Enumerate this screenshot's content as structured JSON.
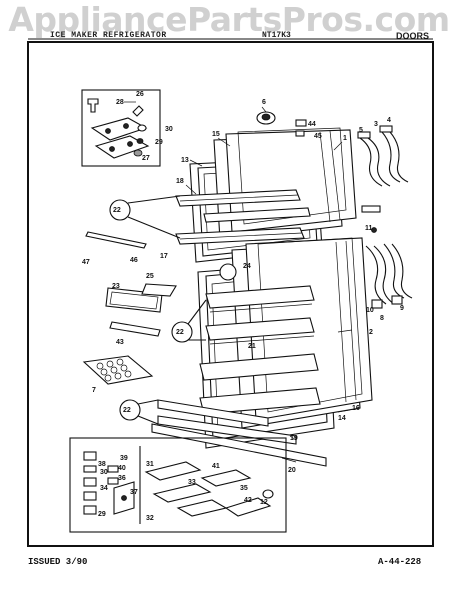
{
  "watermark": "AppliancePartsPros.com",
  "header": {
    "left": "ICE MAKER REFRIGERATOR",
    "model": "NT17K3",
    "section": "DOORS"
  },
  "footer": {
    "issued": "ISSUED 3/90",
    "ref": "A-44-228"
  },
  "callouts": [
    "1",
    "2",
    "3",
    "4",
    "5",
    "6",
    "7",
    "8",
    "9",
    "10",
    "11",
    "12",
    "13",
    "14",
    "15",
    "16",
    "17",
    "18",
    "19",
    "20",
    "21",
    "22",
    "22",
    "22",
    "23",
    "24",
    "25",
    "26",
    "27",
    "28",
    "29",
    "29",
    "30",
    "30",
    "31",
    "32",
    "33",
    "34",
    "35",
    "36",
    "37",
    "38",
    "39",
    "40",
    "41",
    "42",
    "43",
    "44",
    "45",
    "46",
    "47"
  ]
}
